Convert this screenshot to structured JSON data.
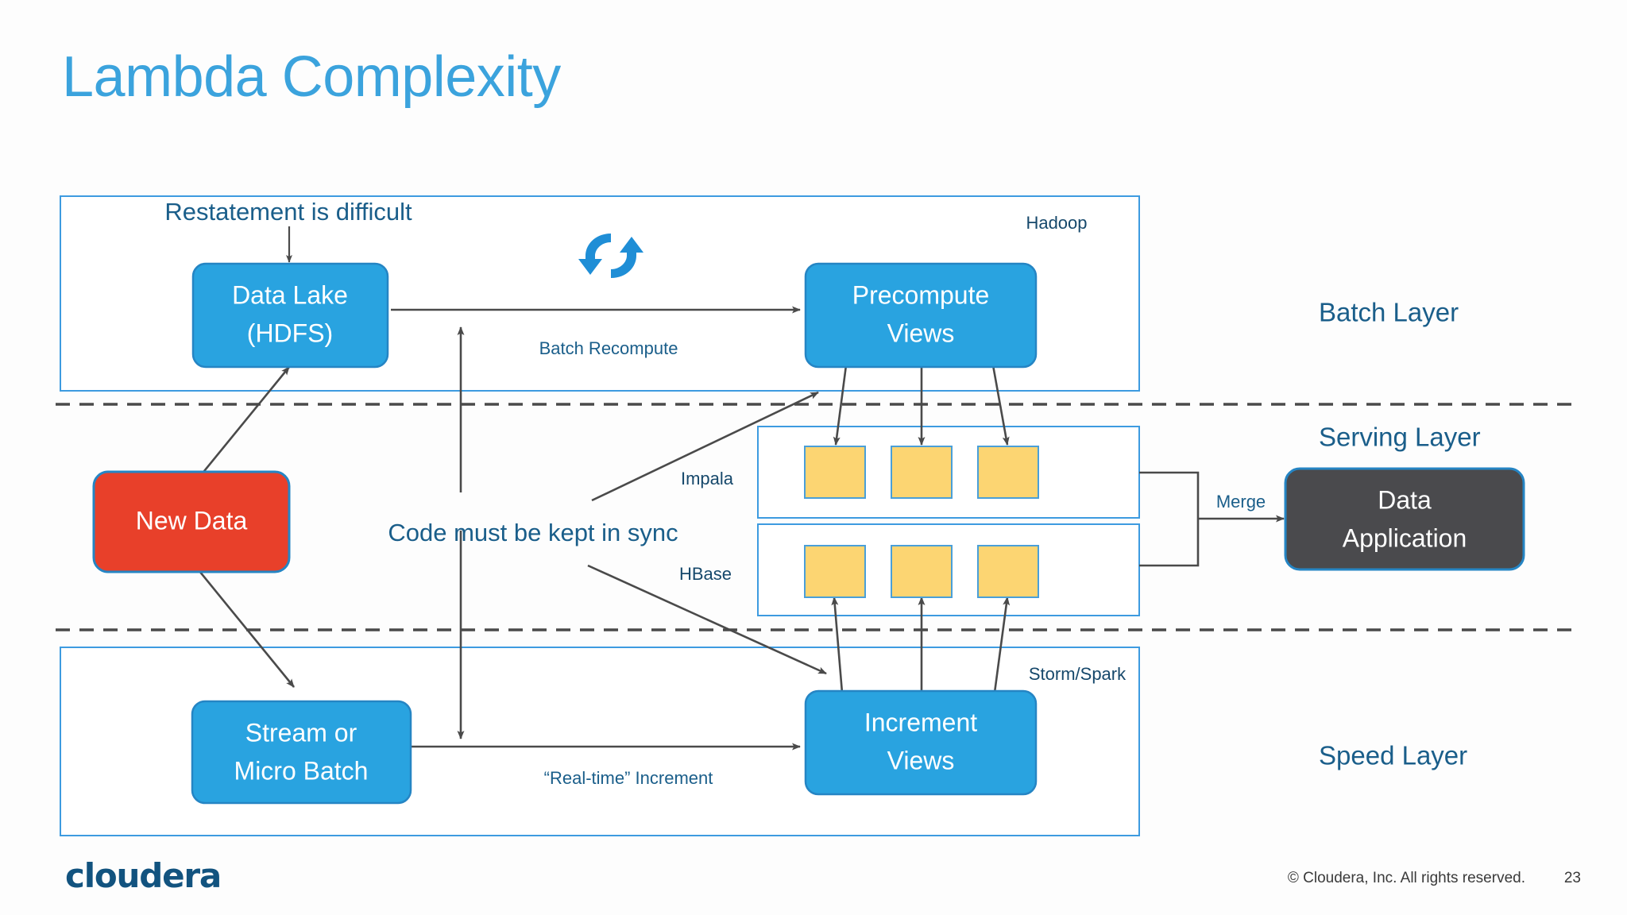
{
  "slide": {
    "title": "Lambda Complexity",
    "title_color": "#3ba3dd",
    "accent_blue": "#29a3e0",
    "annotation_blue": "#1a5e8a",
    "red": "#e8402a",
    "dark_gray": "#4a4a4d",
    "cell_yellow": "#fcd572"
  },
  "layers": {
    "batch": {
      "label": "Batch Layer",
      "tech": "Hadoop"
    },
    "serving": {
      "label": "Serving Layer",
      "tech_top": "Impala",
      "tech_bottom": "HBase"
    },
    "speed": {
      "label": "Speed Layer",
      "tech": "Storm/Spark"
    }
  },
  "nodes": {
    "data_lake": {
      "line1": "Data Lake",
      "line2": "(HDFS)"
    },
    "precompute_views": {
      "line1": "Precompute",
      "line2": "Views"
    },
    "new_data": {
      "line1": "New Data"
    },
    "stream_micro_batch": {
      "line1": "Stream or",
      "line2": "Micro Batch"
    },
    "increment_views": {
      "line1": "Increment",
      "line2": "Views"
    },
    "data_application": {
      "line1": "Data",
      "line2": "Application"
    }
  },
  "annotations": {
    "restatement": "Restatement is difficult",
    "batch_recompute": "Batch Recompute",
    "code_sync": "Code must be kept in sync",
    "realtime_increment": "“Real-time” Increment",
    "merge": "Merge"
  },
  "icons": {
    "sync": "refresh-cycle-icon"
  },
  "serving_cells": {
    "impala_row": [
      "cell-1",
      "cell-2",
      "cell-3"
    ],
    "hbase_row": [
      "cell-1",
      "cell-2",
      "cell-3"
    ]
  },
  "footer": {
    "logo": "cloudera",
    "copyright": "© Cloudera, Inc. All rights reserved.",
    "page_number": "23"
  }
}
